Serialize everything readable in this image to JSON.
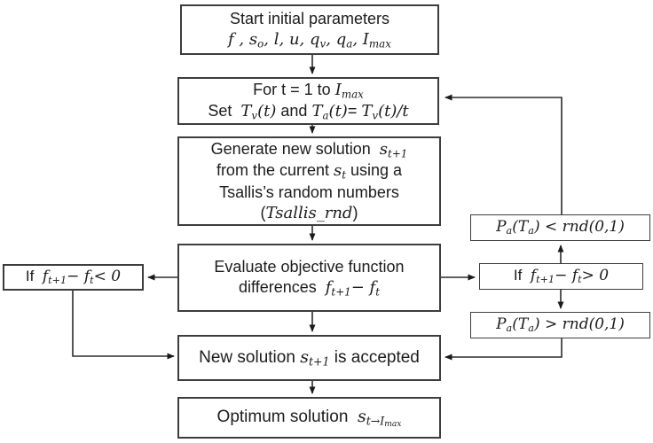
{
  "diagram": {
    "title": "Tsallis simulated annealing flowchart",
    "colors": {
      "bg": "#ffffff",
      "border": "#3d3d3d",
      "arrow": "#2b2b2b",
      "ink": "#1c1c1c"
    },
    "boxes": {
      "start": {
        "line1": [
          {
            "t": "Start initial parameters",
            "s": "r"
          }
        ],
        "line2": [
          {
            "t": "f",
            "s": "i"
          },
          {
            "t": " , ",
            "s": "i"
          },
          {
            "t": "s",
            "s": "i"
          },
          {
            "t": "o",
            "s": "sub"
          },
          {
            "t": ", ",
            "s": "i"
          },
          {
            "t": "l",
            "s": "i"
          },
          {
            "t": ", ",
            "s": "i"
          },
          {
            "t": "u",
            "s": "i"
          },
          {
            "t": ", ",
            "s": "i"
          },
          {
            "t": "q",
            "s": "i"
          },
          {
            "t": "v",
            "s": "sub"
          },
          {
            "t": ", ",
            "s": "i"
          },
          {
            "t": "q",
            "s": "i"
          },
          {
            "t": "a",
            "s": "sub"
          },
          {
            "t": ", ",
            "s": "i"
          },
          {
            "t": "I",
            "s": "i"
          },
          {
            "t": "max",
            "s": "sub"
          }
        ]
      },
      "loop": {
        "line1": [
          {
            "t": "For t = 1 to ",
            "s": "r"
          },
          {
            "t": "I",
            "s": "i"
          },
          {
            "t": "max",
            "s": "sub"
          }
        ],
        "line2": [
          {
            "t": "Set  ",
            "s": "r"
          },
          {
            "t": "T",
            "s": "i"
          },
          {
            "t": "v",
            "s": "sub"
          },
          {
            "t": "(t)",
            "s": "i"
          },
          {
            "t": " and ",
            "s": "r"
          },
          {
            "t": "T",
            "s": "i"
          },
          {
            "t": "a",
            "s": "sub"
          },
          {
            "t": "(t)",
            "s": "i"
          },
          {
            "t": "= ",
            "s": "r"
          },
          {
            "t": "T",
            "s": "i"
          },
          {
            "t": "v",
            "s": "sub"
          },
          {
            "t": "(t)/t",
            "s": "i"
          }
        ]
      },
      "generate": {
        "line1": [
          {
            "t": "Generate new solution  ",
            "s": "r"
          },
          {
            "t": "s",
            "s": "i"
          },
          {
            "t": "t+1",
            "s": "sub"
          }
        ],
        "line2": [
          {
            "t": "from the current ",
            "s": "r"
          },
          {
            "t": "s",
            "s": "i"
          },
          {
            "t": "t",
            "s": "sub"
          },
          {
            "t": " using a",
            "s": "r"
          }
        ],
        "line3": [
          {
            "t": "Tsallis’s random numbers",
            "s": "r"
          }
        ],
        "line4": [
          {
            "t": "(",
            "s": "r"
          },
          {
            "t": "Tsallis_rnd",
            "s": "i"
          },
          {
            "t": ")",
            "s": "r"
          }
        ]
      },
      "evaluate": {
        "line1": [
          {
            "t": "Evaluate objective function",
            "s": "r"
          }
        ],
        "line2": [
          {
            "t": "differences  ",
            "s": "r"
          },
          {
            "t": "f",
            "s": "i"
          },
          {
            "t": "t+1",
            "s": "sub"
          },
          {
            "t": "− ",
            "s": "i"
          },
          {
            "t": "f",
            "s": "i"
          },
          {
            "t": "t",
            "s": "sub"
          }
        ]
      },
      "if_less": {
        "text": [
          {
            "t": "If  ",
            "s": "r"
          },
          {
            "t": "f",
            "s": "i"
          },
          {
            "t": "t+1",
            "s": "sub"
          },
          {
            "t": "− ",
            "s": "i"
          },
          {
            "t": "f",
            "s": "i"
          },
          {
            "t": "t",
            "s": "sub"
          },
          {
            "t": "< 0",
            "s": "i"
          }
        ]
      },
      "if_greater": {
        "text": [
          {
            "t": "If  ",
            "s": "r"
          },
          {
            "t": "f",
            "s": "i"
          },
          {
            "t": "t+1",
            "s": "sub"
          },
          {
            "t": "− ",
            "s": "i"
          },
          {
            "t": "f",
            "s": "i"
          },
          {
            "t": "t",
            "s": "sub"
          },
          {
            "t": "> 0",
            "s": "i"
          }
        ]
      },
      "pa_less": {
        "text": [
          {
            "t": "P",
            "s": "i"
          },
          {
            "t": "a",
            "s": "sub"
          },
          {
            "t": "(",
            "s": "i"
          },
          {
            "t": "T",
            "s": "i"
          },
          {
            "t": "a",
            "s": "sub"
          },
          {
            "t": ") < rnd(0,1)",
            "s": "i"
          }
        ]
      },
      "pa_greater": {
        "text": [
          {
            "t": "P",
            "s": "i"
          },
          {
            "t": "a",
            "s": "sub"
          },
          {
            "t": "(",
            "s": "i"
          },
          {
            "t": "T",
            "s": "i"
          },
          {
            "t": "a",
            "s": "sub"
          },
          {
            "t": ") > rnd(0,1)",
            "s": "i"
          }
        ]
      },
      "accepted": {
        "text": [
          {
            "t": "New solution ",
            "s": "r"
          },
          {
            "t": "s",
            "s": "i"
          },
          {
            "t": "t+1",
            "s": "sub"
          },
          {
            "t": " is accepted",
            "s": "r"
          }
        ]
      },
      "optimum": {
        "text": [
          {
            "t": "Optimum solution  ",
            "s": "r"
          },
          {
            "t": "s",
            "s": "i"
          },
          {
            "t": "t→I",
            "s": "sub"
          },
          {
            "t": "max",
            "s": "subsub"
          }
        ]
      }
    }
  }
}
